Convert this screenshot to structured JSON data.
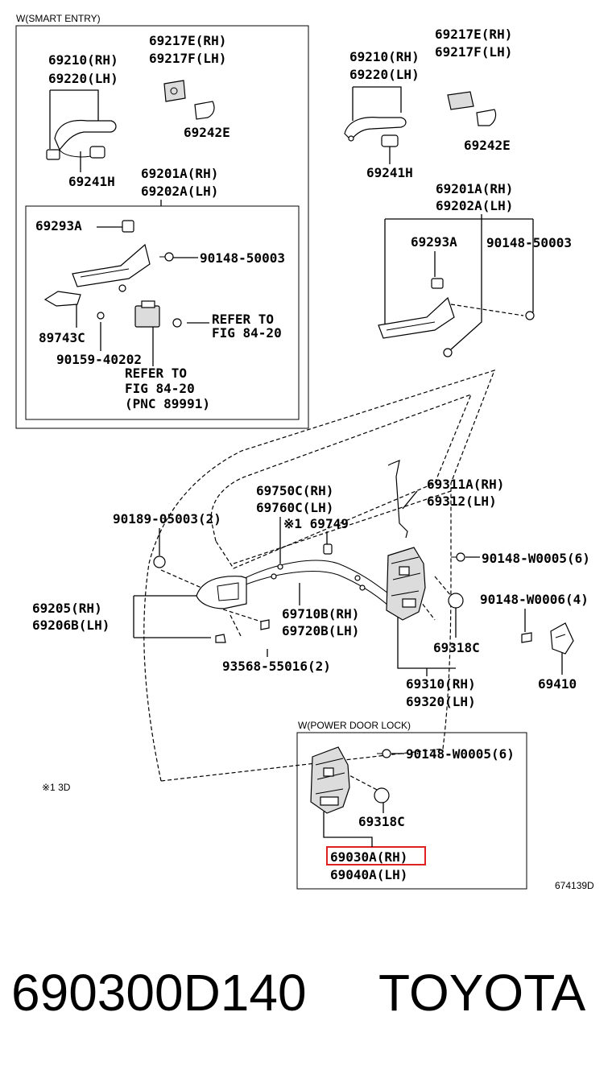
{
  "frames": {
    "smart_entry": "W(SMART ENTRY)",
    "power_door_lock": "W(POWER DOOR LOCK)"
  },
  "labels": {
    "se_69210": "69210(RH)",
    "se_69220": "69220(LH)",
    "se_69217e": "69217E(RH)",
    "se_69217f": "69217F(LH)",
    "se_69242e": "69242E",
    "se_69241h": "69241H",
    "se_69201a": "69201A(RH)",
    "se_69202a": "69202A(LH)",
    "se_69293a": "69293A",
    "se_90148_50003": "90148-50003",
    "se_89743c": "89743C",
    "se_90159": "90159-40202",
    "se_refer1_a": "REFER TO",
    "se_refer1_b": "FIG 84-20",
    "se_refer2_a": "REFER TO",
    "se_refer2_b": "FIG 84-20",
    "se_refer2_c": "(PNC 89991)",
    "r_69217e": "69217E(RH)",
    "r_69217f": "69217F(LH)",
    "r_69210": "69210(RH)",
    "r_69220": "69220(LH)",
    "r_69242e": "69242E",
    "r_69241h": "69241H",
    "r_69201a": "69201A(RH)",
    "r_69202a": "69202A(LH)",
    "r_69293a": "69293A",
    "r_90148_50003": "90148-50003",
    "m_69311a": "69311A(RH)",
    "m_69312": "69312(LH)",
    "m_69750c": "69750C(RH)",
    "m_69760c": "69760C(LH)",
    "m_69749": "※1 69749",
    "m_90189": "90189-05003(2)",
    "m_90148_w0005": "90148-W0005(6)",
    "m_90148_w0006": "90148-W0006(4)",
    "m_69205": "69205(RH)",
    "m_69206b": "69206B(LH)",
    "m_69710b": "69710B(RH)",
    "m_69720b": "69720B(LH)",
    "m_69318c": "69318C",
    "m_93568": "93568-55016(2)",
    "m_69310": "69310(RH)",
    "m_69320": "69320(LH)",
    "m_69410": "69410",
    "note": "※1 3D",
    "p_90148_w0005": "90148-W0005(6)",
    "p_69318c": "69318C",
    "p_69030a": "69030A(RH)",
    "p_69040a": "69040A(LH)",
    "figure_code": "674139D"
  },
  "caption": {
    "part_number": "690300D140",
    "brand": "TOYOTA"
  },
  "highlight_color": "#e02020"
}
